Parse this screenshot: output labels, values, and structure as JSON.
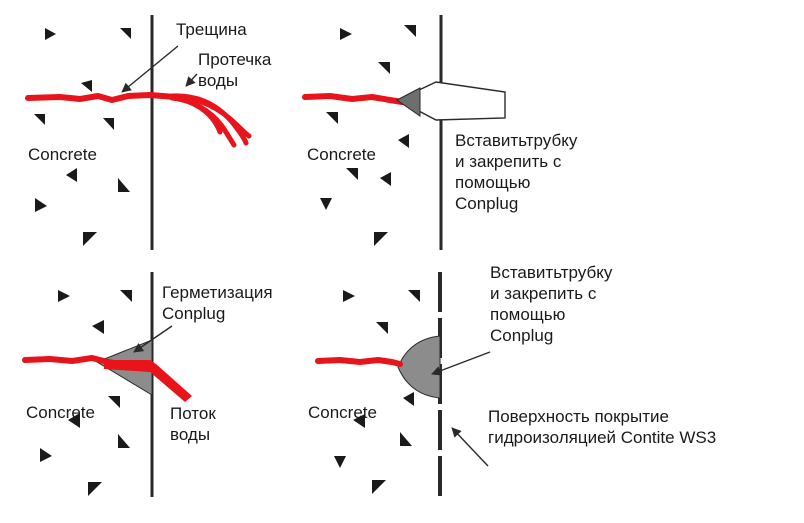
{
  "colors": {
    "crack": "#e8141c",
    "concrete_mark": "#1a1a1a",
    "wall": "#2a2a2a",
    "plug": "#8c8c8c",
    "tube": "#ffffff"
  },
  "panels": [
    {
      "concrete": "Concrete",
      "labels": [
        "Трещина",
        "Протечка\nводы"
      ]
    },
    {
      "concrete": "Concrete",
      "labels": [
        "Вставитьтрубку\nи закрепить с\nпомощью\nConplug"
      ]
    },
    {
      "concrete": "Concrete",
      "labels": [
        "Герметизация\nConplug",
        "Поток\nводы"
      ]
    },
    {
      "concrete": "Concrete",
      "labels": [
        "Вставитьтрубку\nи закрепить с\nпомощью\nConplug",
        "Поверхность покрытие\nгидроизоляцией Contite WS3"
      ]
    }
  ]
}
